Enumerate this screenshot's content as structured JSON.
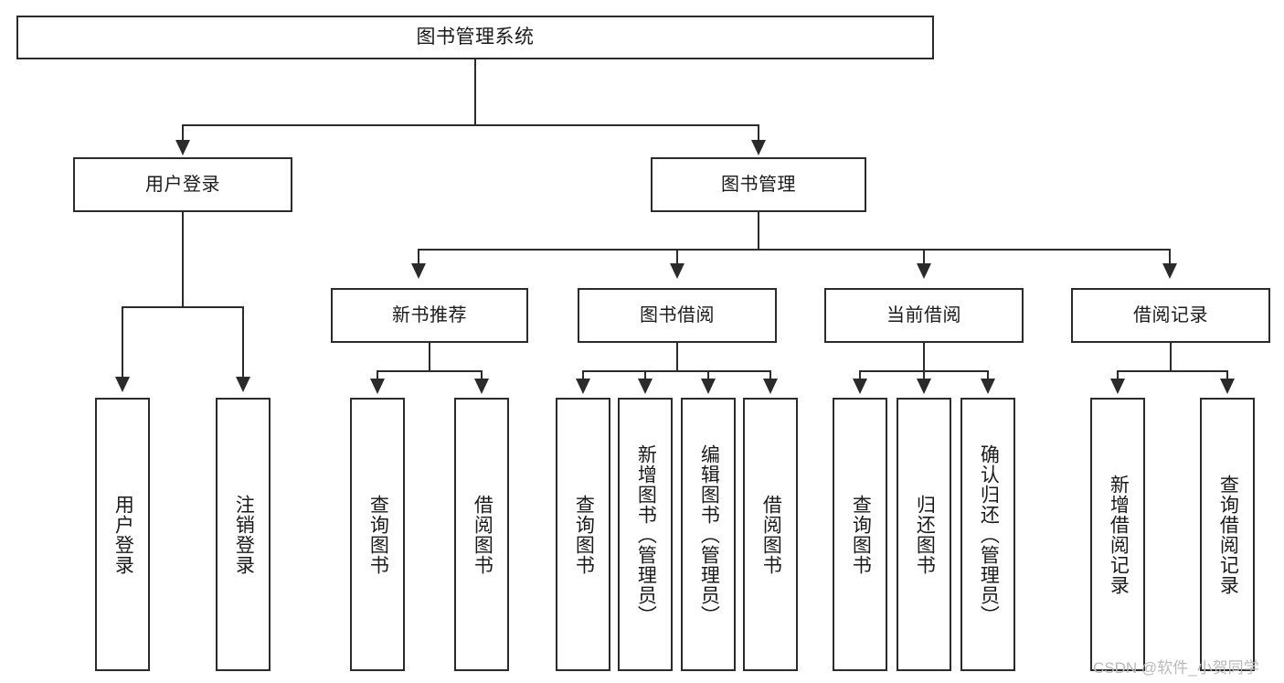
{
  "diagram": {
    "type": "tree",
    "title": "图书管理系统",
    "colors": {
      "stroke": "#2b2b2b",
      "fill": "#ffffff",
      "text": "#1a1a1a",
      "watermark": "#b9b9b9"
    },
    "root": {
      "label": "图书管理系统"
    },
    "level2": [
      {
        "label": "用户登录"
      },
      {
        "label": "图书管理"
      }
    ],
    "level3": [
      {
        "label": "新书推荐"
      },
      {
        "label": "图书借阅"
      },
      {
        "label": "当前借阅"
      },
      {
        "label": "借阅记录"
      }
    ],
    "leaves": {
      "user_login": [
        {
          "label": "用户登录"
        },
        {
          "label": "注销登录"
        }
      ],
      "new_book": [
        {
          "label": "查询图书"
        },
        {
          "label": "借阅图书"
        }
      ],
      "book_borrow": [
        {
          "label": "查询图书"
        },
        {
          "label": "新增图书（管理员）"
        },
        {
          "label": "编辑图书（管理员）"
        },
        {
          "label": "借阅图书"
        }
      ],
      "current_borrow": [
        {
          "label": "查询图书"
        },
        {
          "label": "归还图书"
        },
        {
          "label": "确认归还（管理员）"
        }
      ],
      "borrow_record": [
        {
          "label": "新增借阅记录"
        },
        {
          "label": "查询借阅记录"
        }
      ]
    }
  },
  "watermark": {
    "text": "CSDN @软件_小贺同学"
  }
}
